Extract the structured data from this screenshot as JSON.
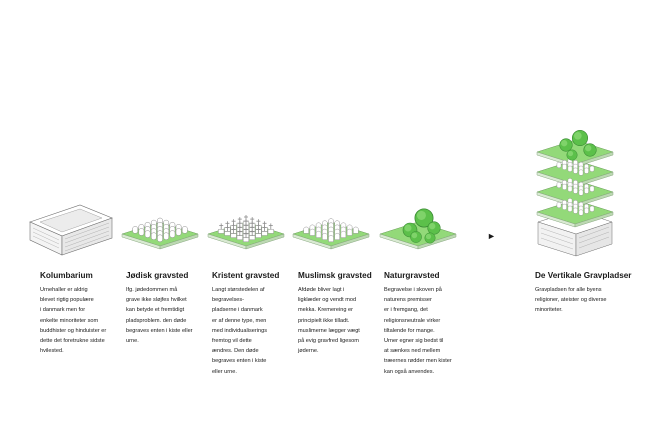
{
  "columns": [
    {
      "id": "kolumbarium",
      "title": "Kolumbarium",
      "text": "Urnehaller er aldrig\nblevet rigtig populære\ni danmark men for\nenkelte minoriteter som\nbuddhister og hinduister er\ndette det foretrukne sidste\nhvilested."
    },
    {
      "id": "jodisk",
      "title": "Jødisk gravsted",
      "text": "Ifg. jødedommen må\ngrave ikke sløjfes hvilket\nkan betyde et fremtidigt\npladsproblem. den døde\nbegraves enten i kiste eller\nurne."
    },
    {
      "id": "kristent",
      "title": "Kristent gravsted",
      "text": "Langt størstedelen af\nbegravelses-\npladserne i danmark\ner af denne type, men\nmed individualiserings\nfremtog vil dette\nændres. Den døde\nbegraves enten i kiste\neller urne."
    },
    {
      "id": "muslimsk",
      "title": "Muslimsk gravsted",
      "text": "Afdøde bliver lagt i\nligklæder og vendt mod\nmekka. Kremereing er\nprincipielt ikke tilladt.\nmuslimerne lægger vægt\npå evig gravfred ligesom\njøderne."
    },
    {
      "id": "natur",
      "title": "Naturgravsted",
      "text": "Begravelse i skoven på\nnaturens premisser\ner i fremgang, det\nreligionsneutrale virker\ntiltalende for mange.\nUrner egner sig bedst til\nat sænkes ned mellem\ntræernes rødder men kister\nkan også anvendes."
    },
    {
      "id": "vertikale",
      "title": "De Vertikale Gravpladser",
      "text": "Gravpladsen for alle byens\nreligioner, ateister og diverse\nminoriteter."
    }
  ],
  "arrow": "►",
  "colors": {
    "grass": "#93d979",
    "grass_side": "#6fbf5c",
    "tree": "#5cc04a",
    "tree_dark": "#3fa339",
    "building": "#ffffff",
    "outline": "#7a7a7a",
    "text": "#1a1a1a"
  }
}
